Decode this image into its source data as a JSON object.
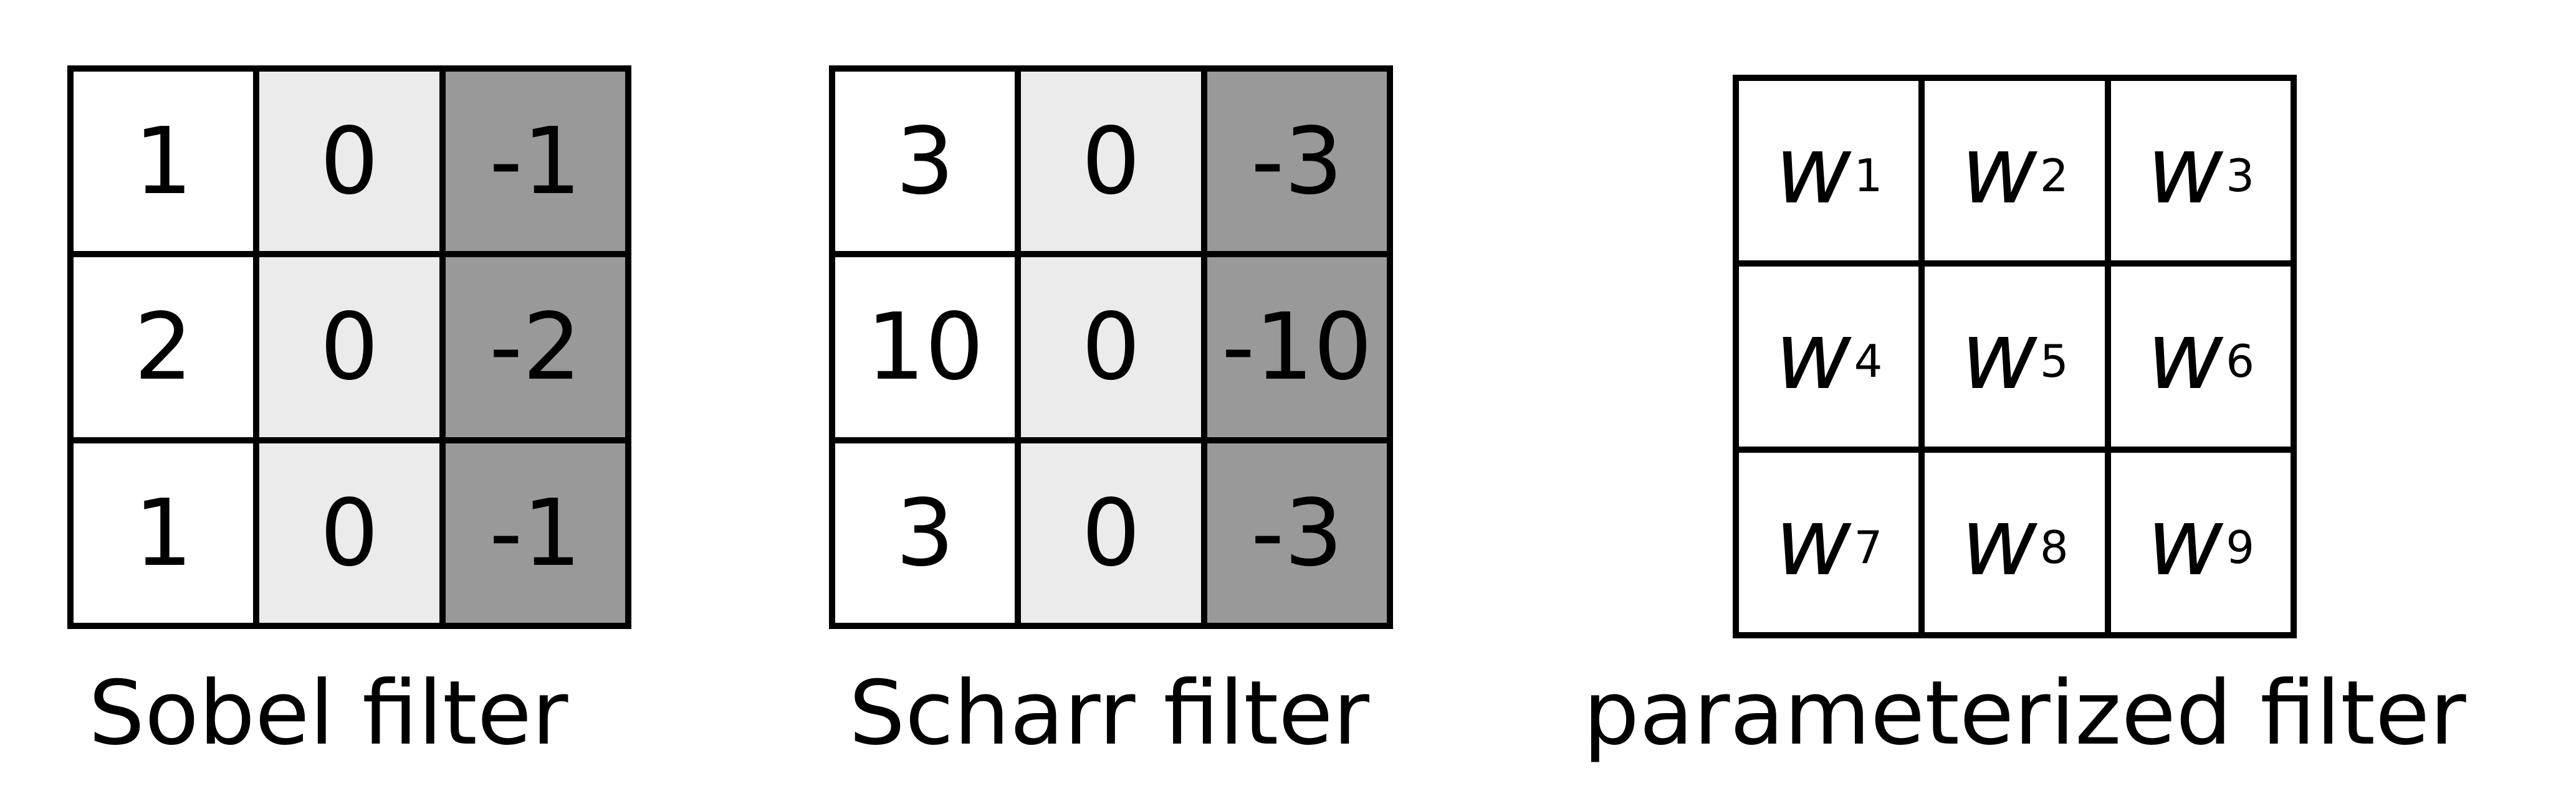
{
  "filters": [
    {
      "name": "sobel",
      "caption": "Sobel filter",
      "cells": [
        [
          "1",
          "0",
          "-1"
        ],
        [
          "2",
          "0",
          "-2"
        ],
        [
          "1",
          "0",
          "-1"
        ]
      ],
      "column_shades": [
        "white",
        "light",
        "dark"
      ]
    },
    {
      "name": "scharr",
      "caption": "Scharr filter",
      "cells": [
        [
          "3",
          "0",
          "-3"
        ],
        [
          "10",
          "0",
          "-10"
        ],
        [
          "3",
          "0",
          "-3"
        ]
      ],
      "column_shades": [
        "white",
        "light",
        "dark"
      ]
    },
    {
      "name": "parameterized",
      "caption": "parameterized filter",
      "variable": "w",
      "cells": [
        [
          "1",
          "2",
          "3"
        ],
        [
          "4",
          "5",
          "6"
        ],
        [
          "7",
          "8",
          "9"
        ]
      ],
      "column_shades": [
        "white",
        "white",
        "white"
      ]
    }
  ],
  "colors": {
    "white": "#ffffff",
    "light": "#ebebeb",
    "dark": "#999999",
    "stroke": "#000000"
  }
}
